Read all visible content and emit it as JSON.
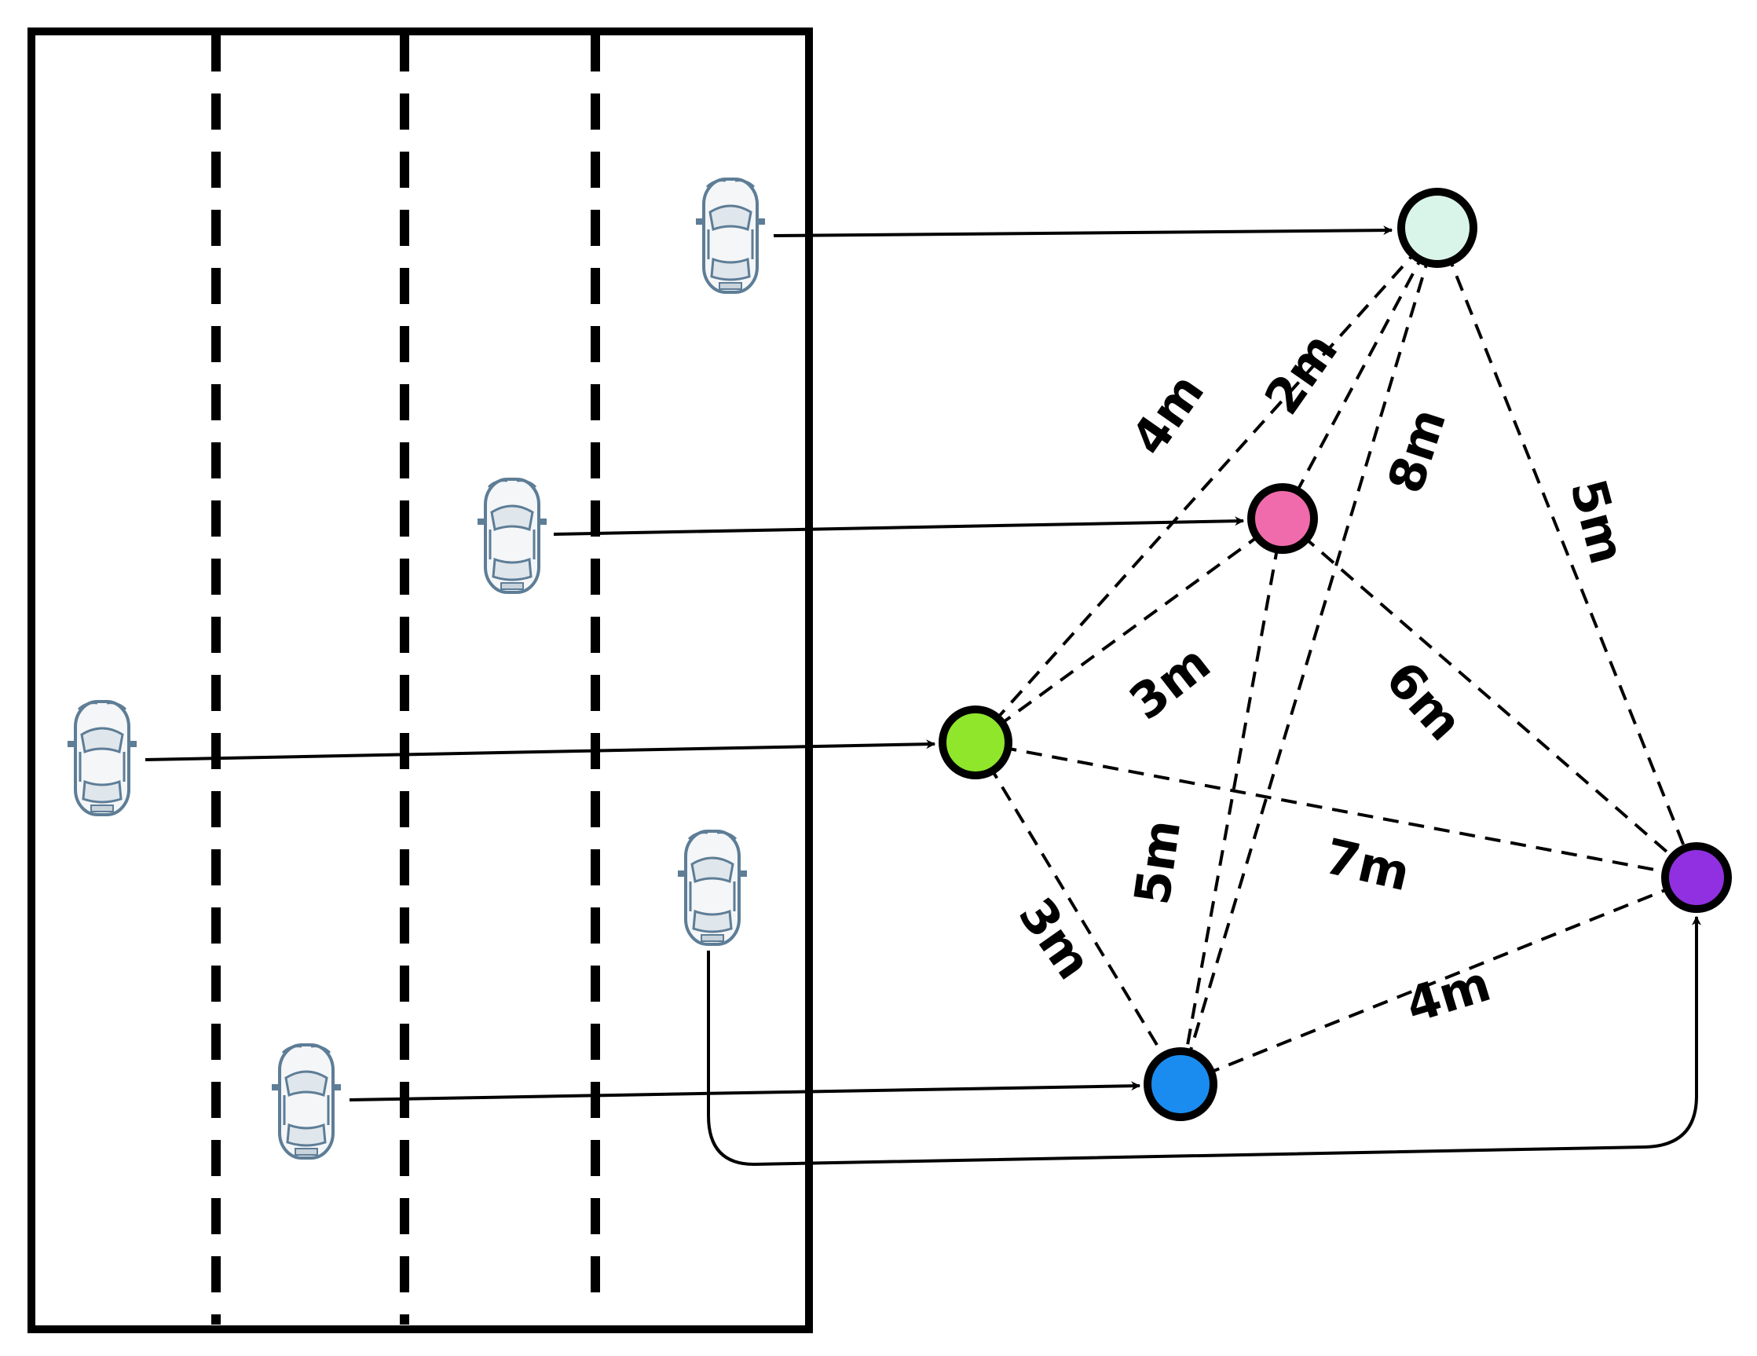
{
  "road": {
    "lane_count": 4
  },
  "vehicles": [
    {
      "id": "car-top-right"
    },
    {
      "id": "car-upper-middle"
    },
    {
      "id": "car-left"
    },
    {
      "id": "car-lower-right"
    },
    {
      "id": "car-bottom-left"
    }
  ],
  "nodes": [
    {
      "id": "mint",
      "color": "#d9f5e9"
    },
    {
      "id": "pink",
      "color": "#f06bab"
    },
    {
      "id": "green",
      "color": "#8fe62a"
    },
    {
      "id": "blue",
      "color": "#1a8cf0"
    },
    {
      "id": "purple",
      "color": "#9030e0"
    }
  ],
  "edges": [
    {
      "from": "mint",
      "to": "green",
      "label": "4m"
    },
    {
      "from": "mint",
      "to": "pink",
      "label": "2m"
    },
    {
      "from": "mint",
      "to": "blue",
      "label": "8m"
    },
    {
      "from": "mint",
      "to": "purple",
      "label": "5m"
    },
    {
      "from": "pink",
      "to": "green",
      "label": "3m"
    },
    {
      "from": "pink",
      "to": "blue",
      "label": "5m"
    },
    {
      "from": "pink",
      "to": "purple",
      "label": "6m"
    },
    {
      "from": "green",
      "to": "purple",
      "label": "7m"
    },
    {
      "from": "green",
      "to": "blue",
      "label": "3m"
    },
    {
      "from": "blue",
      "to": "purple",
      "label": "4m"
    }
  ],
  "mappings": [
    {
      "vehicle": "car-top-right",
      "node": "mint"
    },
    {
      "vehicle": "car-upper-middle",
      "node": "pink"
    },
    {
      "vehicle": "car-left",
      "node": "green"
    },
    {
      "vehicle": "car-bottom-left",
      "node": "blue"
    },
    {
      "vehicle": "car-lower-right",
      "node": "purple"
    }
  ],
  "colors": {
    "line": "#000000",
    "car_body": "#f4f6f8",
    "car_outline": "#5e7d96"
  },
  "icons": {
    "vehicle": "car-top-view-icon",
    "arrowhead": "arrowhead-icon"
  }
}
